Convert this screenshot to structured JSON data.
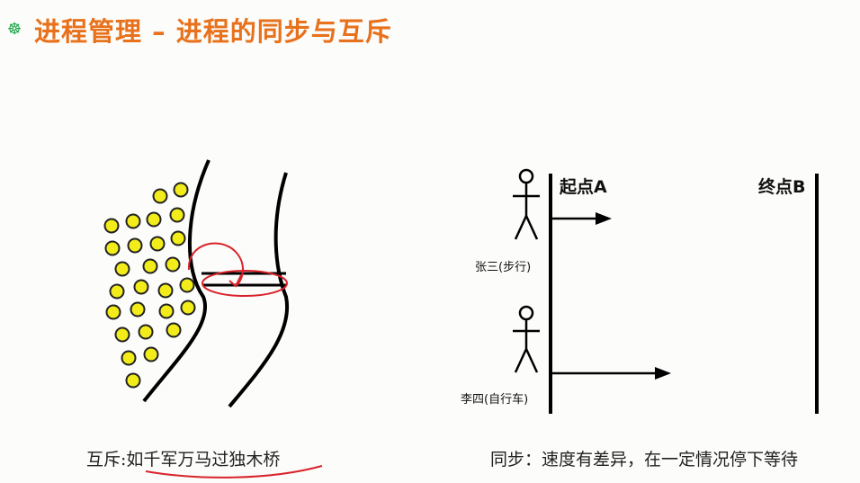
{
  "header": {
    "icon": "wheel-icon",
    "title": "进程管理 – 进程的同步与互斥",
    "title_color": "#e8711c",
    "icon_color": "#1fa64a"
  },
  "left_panel": {
    "caption_prefix": "互斥:",
    "caption_emphasis": "如千军万马过独木桥"
  },
  "right_panel": {
    "start_label": "起点A",
    "end_label": "终点B",
    "person1": "张三(步行)",
    "person2": "李四(自行车)",
    "caption": "同步：速度有差异，在一定情况停下等待"
  },
  "colors": {
    "dot_fill": "#f3ec1b",
    "annotation": "#d8232a"
  }
}
